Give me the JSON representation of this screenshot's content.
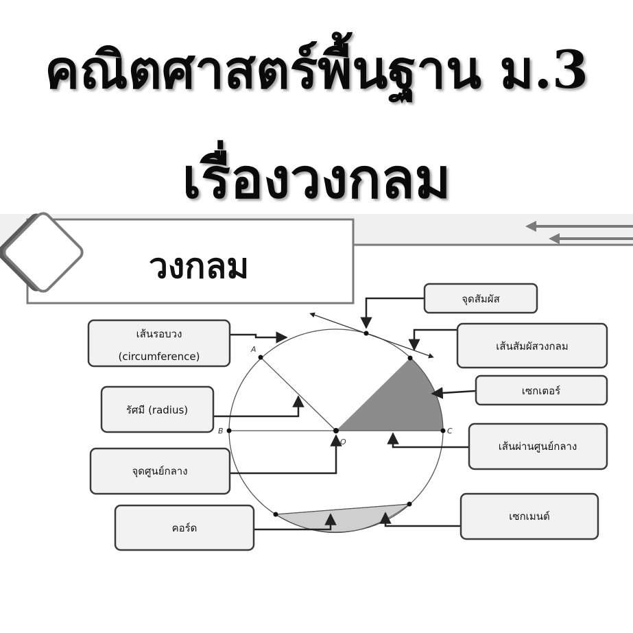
{
  "title": {
    "line1": "คณิตศาสตร์พื้นฐาน ม.3",
    "line2": "เรื่องวงกลม"
  },
  "section": {
    "heading": "วงกลม"
  },
  "labels": {
    "tangent_point": "จุดสัมผัส",
    "tangent_line": "เส้นสัมผัสวงกลม",
    "circumference_th": "เส้นรอบวง",
    "circumference_en": "(circumference)",
    "radius": "รัศมี (radius)",
    "sector": "เซกเตอร์",
    "diameter": "เส้นผ่านศูนย์กลาง",
    "center": "จุดศูนย์กลาง",
    "segment": "เซกเมนต์",
    "chord": "คอร์ด"
  },
  "points": {
    "A": "A",
    "B": "B",
    "O": "O",
    "C": "C"
  },
  "colors": {
    "box_fill": "#f2f2f2",
    "box_stroke": "#3a3a3a",
    "sector_fill": "#8c8c8c",
    "segment_fill": "#cfcfcf",
    "banner_stroke": "#7a7a7a"
  }
}
